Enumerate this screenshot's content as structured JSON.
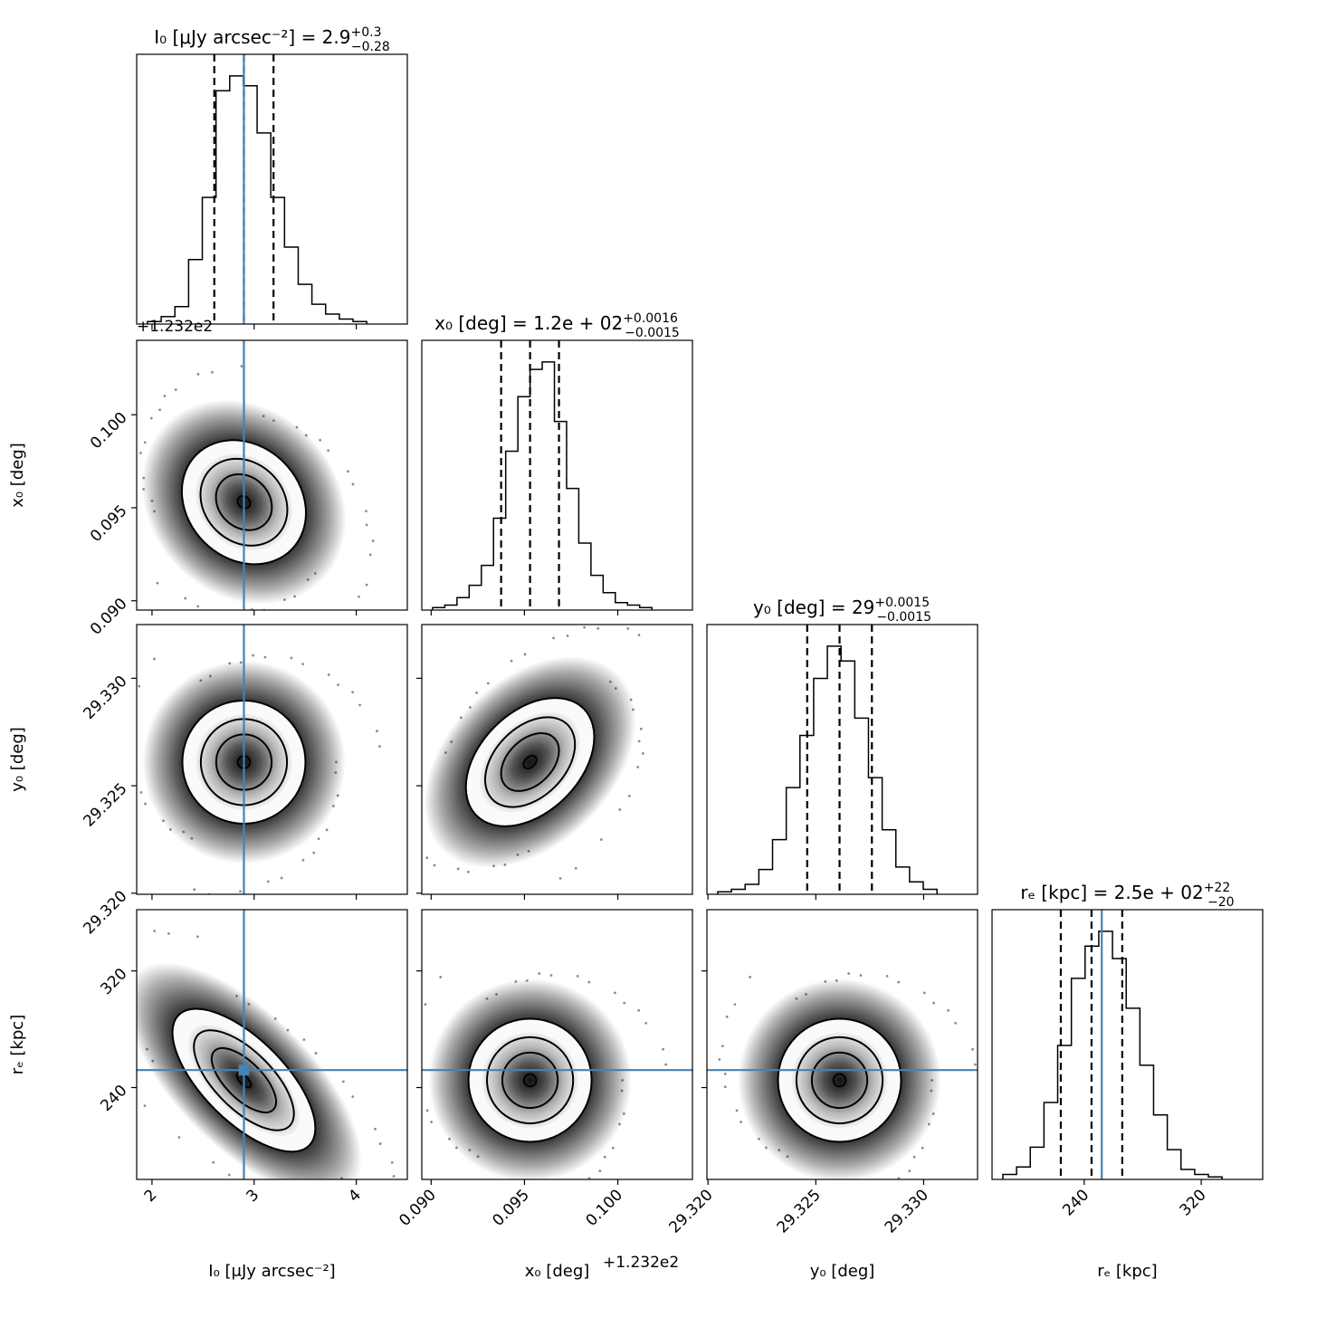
{
  "chart_data": {
    "type": "corner",
    "parameters": [
      {
        "key": "I0",
        "label": "I₀ [μJy arcsec⁻²]",
        "title_label": "I₀ [μJy arcsec⁻²] = 2.9",
        "median": 2.9,
        "plus": "+0.3",
        "minus": "−0.28",
        "truth": 2.9,
        "range": [
          1.85,
          4.5
        ],
        "ticks": [
          2,
          3,
          4
        ],
        "tick_labels": [
          "2",
          "3",
          "4"
        ],
        "offset_text": ""
      },
      {
        "key": "x0",
        "label": "x₀ [deg]",
        "title_label": "x₀ [deg] = 1.2e + 02",
        "median": 0.0953,
        "plus": "+0.0016",
        "minus": "−0.0015",
        "truth": null,
        "range": [
          0.0895,
          0.104
        ],
        "ticks": [
          0.09,
          0.095,
          0.1
        ],
        "tick_labels": [
          "0.090",
          "0.095",
          "0.100"
        ],
        "offset_text": "+1.232e2"
      },
      {
        "key": "y0",
        "label": "y₀ [deg]",
        "title_label": "y₀ [deg] = 29",
        "median": 29.3261,
        "plus": "+0.0015",
        "minus": "−0.0015",
        "truth": null,
        "range": [
          29.31995,
          29.3325
        ],
        "ticks": [
          29.32,
          29.325,
          29.33
        ],
        "tick_labels": [
          "29.320",
          "29.325",
          "29.330"
        ],
        "offset_text": ""
      },
      {
        "key": "re",
        "label": "rₑ [kpc]",
        "title_label": "rₑ [kpc] = 2.5e + 02",
        "median": 245,
        "plus": "+22",
        "minus": "−20",
        "truth": 252,
        "range": [
          177,
          362
        ],
        "ticks": [
          240,
          320
        ],
        "tick_labels": [
          "240",
          "320"
        ],
        "offset_text": ""
      }
    ],
    "histograms": {
      "I0": [
        0.01,
        0.03,
        0.07,
        0.26,
        0.51,
        0.94,
        1.0,
        0.96,
        0.77,
        0.51,
        0.31,
        0.16,
        0.08,
        0.04,
        0.02,
        0.01
      ],
      "x0": [
        0.01,
        0.02,
        0.05,
        0.1,
        0.18,
        0.37,
        0.64,
        0.86,
        0.97,
        1.0,
        0.76,
        0.49,
        0.27,
        0.14,
        0.07,
        0.03,
        0.02,
        0.01
      ],
      "y0": [
        0.01,
        0.02,
        0.04,
        0.1,
        0.22,
        0.43,
        0.64,
        0.87,
        1.0,
        0.94,
        0.71,
        0.47,
        0.26,
        0.11,
        0.05,
        0.02
      ],
      "re": [
        0.02,
        0.05,
        0.13,
        0.31,
        0.54,
        0.81,
        0.94,
        1.0,
        0.89,
        0.69,
        0.46,
        0.26,
        0.12,
        0.04,
        0.02,
        0.01
      ]
    },
    "quantile_style": "dashed",
    "truth_color": "#4682b4"
  }
}
